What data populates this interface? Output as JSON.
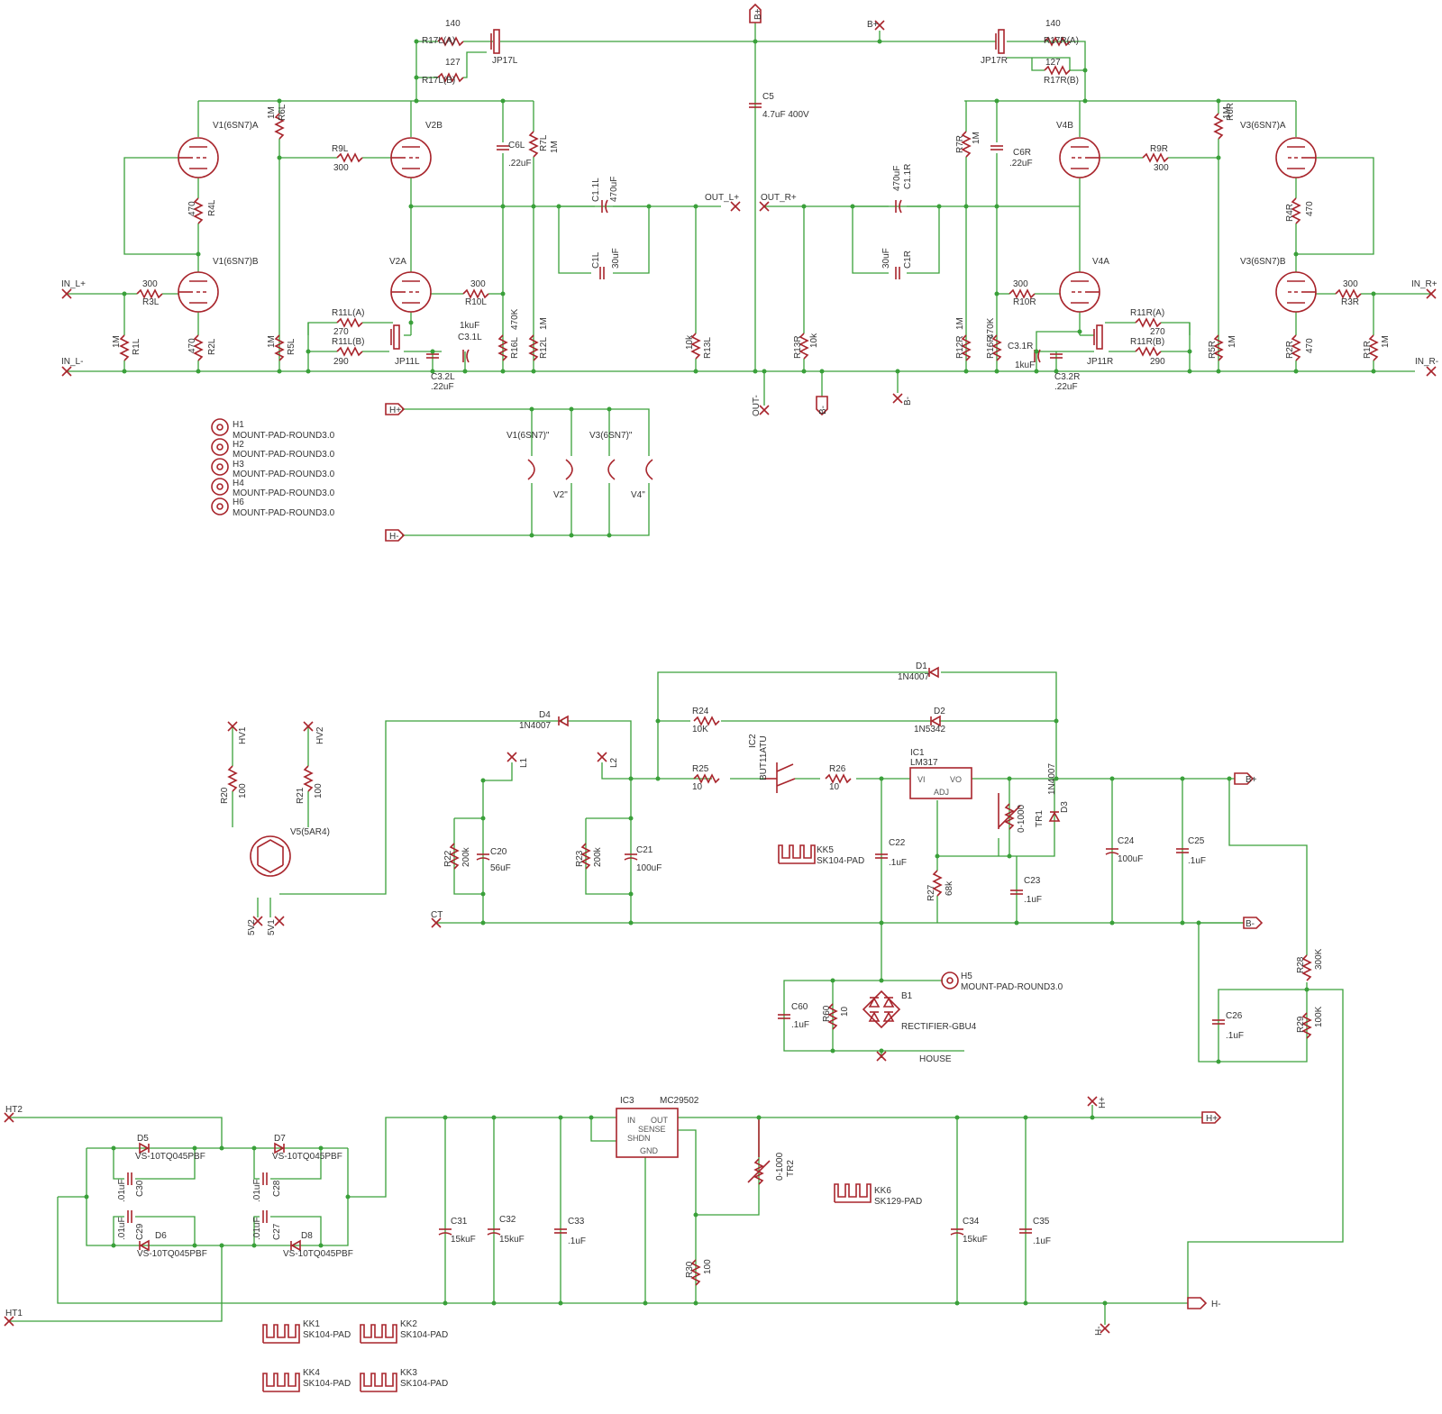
{
  "colors": {
    "wire": "#3aa03a",
    "part": "#a8252c",
    "text": "#333333"
  },
  "top": {
    "tubes_left": {
      "v1a": "V1(6SN7)A",
      "v1b": "V1(6SN7)B",
      "v2b": "V2B",
      "v2a": "V2A"
    },
    "tubes_right": {
      "v3a": "V3(6SN7)A",
      "v3b": "V3(6SN7)B",
      "v4b": "V4B",
      "v4a": "V4A"
    },
    "resistors_left": {
      "r17la": "R17L(A)",
      "r17la_v": "140",
      "r17lb": "R17L(B)",
      "r17lb_v": "127",
      "r6l": "R6L",
      "r6l_v": "1M",
      "r9l": "R9L",
      "r9l_v": "300",
      "r7l": "R7L",
      "r7l_v": "1M",
      "r4l": "R4L",
      "r4l_v": "470",
      "r3l": "R3L",
      "r3l_v": "300",
      "r10l": "R10L",
      "r10l_v": "300",
      "r1l": "R1L",
      "r1l_v": "1M",
      "r2l": "R2L",
      "r2l_v": "470",
      "r5l": "R5L",
      "r5l_v": "1M",
      "r11la": "R11L(A)",
      "r11la_v": "270",
      "r11lb": "R11L(B)",
      "r11lb_v": "290",
      "r16l": "R16L",
      "r16l_v": "470K",
      "r12l": "R12L",
      "r12l_v": "1M",
      "r13l": "R13L",
      "r13l_v": "10k"
    },
    "resistors_right": {
      "r17ra": "R17R(A)",
      "r17ra_v": "140",
      "r17rb": "R17R(B)",
      "r17rb_v": "127",
      "r6r": "R6R",
      "r6r_v": "1M",
      "r9r": "R9R",
      "r9r_v": "300",
      "r7r": "R7R",
      "r7r_v": "1M",
      "r4r": "R4R",
      "r4r_v": "470",
      "r3r": "R3R",
      "r3r_v": "300",
      "r10r": "R10R",
      "r10r_v": "300",
      "r1r": "R1R",
      "r1r_v": "1M",
      "r2r": "R2R",
      "r2r_v": "470",
      "r5r": "R5R",
      "r5r_v": "1M",
      "r11ra": "R11R(A)",
      "r11ra_v": "270",
      "r11rb": "R11R(B)",
      "r11rb_v": "290",
      "r16r": "R16R",
      "r16r_v": "470K",
      "r12r": "R12R",
      "r12r_v": "1M",
      "r13r": "R13R",
      "r13r_v": "10k"
    },
    "caps": {
      "c5": "C5",
      "c5_v": "4.7uF 400V",
      "c6l": "C6L",
      "c6l_v": ".22uF",
      "c11l": "C1.1L",
      "c11l_v": "470uF",
      "c1l": "C1L",
      "c1l_v": "30uF",
      "c31l": "C3.1L",
      "c31l_v": "1kuF",
      "c32l": "C3.2L",
      "c32l_v": ".22uF",
      "c6r": "C6R",
      "c6r_v": ".22uF",
      "c11r": "C1.1R",
      "c11r_v": "470uF",
      "c1r": "C1R",
      "c1r_v": "30uF",
      "c31r": "C3.1R",
      "c31r_v": "1kuF",
      "c32r": "C3.2R",
      "c32r_v": ".22uF"
    },
    "jumpers": {
      "jp17l": "JP17L",
      "jp17r": "JP17R",
      "jp11l": "JP11L",
      "jp11r": "JP11R"
    },
    "ports": {
      "bplus": "B+",
      "bplus2": "B+",
      "in_lp": "IN_L+",
      "in_lm": "IN_L-",
      "in_rp": "IN_R+",
      "in_rm": "IN_R-",
      "out_lp": "OUT_L+",
      "out_rp": "OUT_R+",
      "out_m": "OUT-",
      "bminus": "B-",
      "bminus2": "B-",
      "hplus": "H+",
      "hminus": "H-"
    },
    "heaters": {
      "v1": "V1(6SN7)\"",
      "v2": "V2\"",
      "v3": "V3(6SN7)\"",
      "v4": "V4\""
    },
    "holes": [
      {
        "name": "H1",
        "pkg": "MOUNT-PAD-ROUND3.0"
      },
      {
        "name": "H2",
        "pkg": "MOUNT-PAD-ROUND3.0"
      },
      {
        "name": "H3",
        "pkg": "MOUNT-PAD-ROUND3.0"
      },
      {
        "name": "H4",
        "pkg": "MOUNT-PAD-ROUND3.0"
      },
      {
        "name": "H6",
        "pkg": "MOUNT-PAD-ROUND3.0"
      }
    ]
  },
  "psu": {
    "hv1": "HV1",
    "hv2": "HV2",
    "r20": "R20",
    "r20_v": "100",
    "r21": "R21",
    "r21_v": "100",
    "v5": "V5(5AR4)",
    "v5_1": "5V1",
    "v5_2": "5V2",
    "d4": "D4",
    "d4_v": "1N4007",
    "l1": "L1",
    "l2": "L2",
    "ct": "CT",
    "r22": "R22",
    "r22_v": "200k",
    "c20": "C20",
    "c20_v": "56uF",
    "r23": "R23",
    "r23_v": "200k",
    "c21": "C21",
    "c21_v": "100uF",
    "d1": "D1",
    "d1_v": "1N4007",
    "r24": "R24",
    "r24_v": "10K",
    "d2": "D2",
    "d2_v": "1N5342",
    "r25": "R25",
    "r25_v": "10",
    "ic2": "IC2",
    "ic2_v": "BUT11ATU",
    "r26": "R26",
    "r26_v": "10",
    "ic1": "IC1",
    "ic1_v": "LM317",
    "ic1_vi": "VI",
    "ic1_vo": "VO",
    "ic1_adj": "ADJ",
    "d3": "D3",
    "d3_v": "1N4007",
    "tr1": "TR1",
    "tr1_v": "0-1000",
    "kk5": "KK5",
    "kk5_v": "SK104-PAD",
    "c22": "C22",
    "c22_v": ".1uF",
    "r27": "R27",
    "r27_v": "68k",
    "c23": "C23",
    "c23_v": ".1uF",
    "c24": "C24",
    "c24_v": "100uF",
    "c25": "C25",
    "c25_v": ".1uF",
    "bplus": "B+",
    "bminus": "B-",
    "h5": "H5",
    "h5_v": "MOUNT-PAD-ROUND3.0",
    "c60": "C60",
    "c60_v": ".1uF",
    "r60": "R60",
    "r60_v": "10",
    "b1": "B1",
    "b1_v": "RECTIFIER-GBU4",
    "house": "HOUSE",
    "r28": "R28",
    "r28_v": "300K",
    "c26": "C26",
    "c26_v": ".1uF",
    "r29": "R29",
    "r29_v": "100K"
  },
  "heater_supply": {
    "ht1": "HT1",
    "ht2": "HT2",
    "d5": "D5",
    "d6": "D6",
    "d7": "D7",
    "d8": "D8",
    "d_v": "VS-10TQ045PBF",
    "c27": "C27",
    "c28": "C28",
    "c29": "C29",
    "c30": "C30",
    "c_small": ".01uF",
    "c31": "C31",
    "c31_v": "15kuF",
    "c32": "C32",
    "c32_v": "15kuF",
    "c33": "C33",
    "c33_v": ".1uF",
    "ic3": "IC3",
    "ic3_v": "MC29502",
    "ic3_in": "IN",
    "ic3_out": "OUT",
    "ic3_sense": "SENSE",
    "ic3_shdn": "SHDN",
    "ic3_gnd": "GND",
    "tr2": "TR2",
    "tr2_v": "0-1000",
    "r30": "R30",
    "r30_v": "100",
    "kk6": "KK6",
    "kk6_v": "SK129-PAD",
    "c34": "C34",
    "c34_v": "15kuF",
    "c35": "C35",
    "c35_v": ".1uF",
    "hplus": "H+",
    "hminus": "H-",
    "hplus2": "H+",
    "hminus2": "H-",
    "kk1": "KK1",
    "kk2": "KK2",
    "kk3": "KK3",
    "kk4": "KK4",
    "kk_v": "SK104-PAD"
  }
}
